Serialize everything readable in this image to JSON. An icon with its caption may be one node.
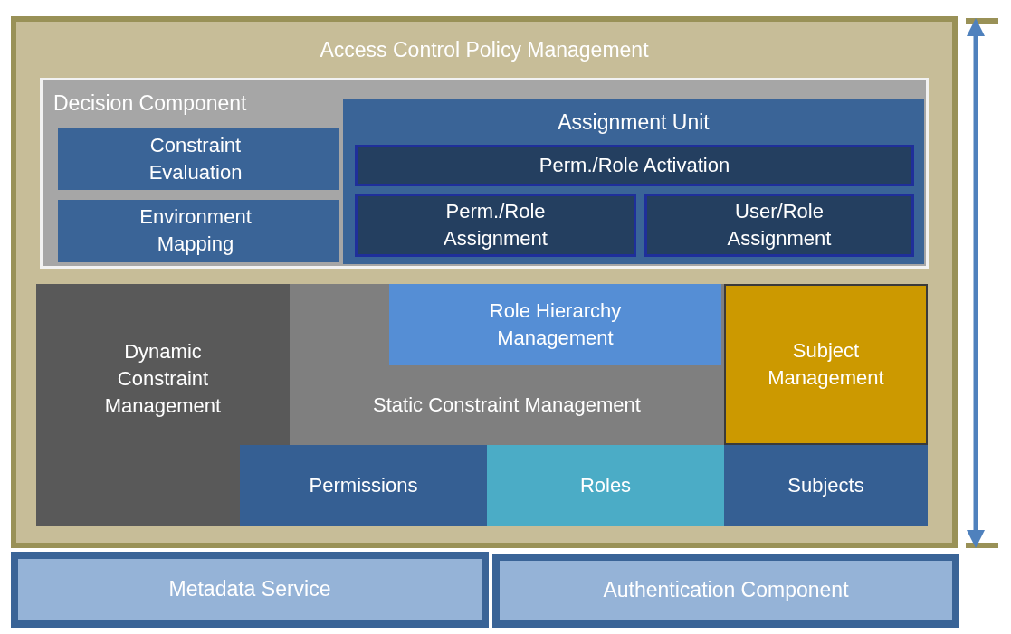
{
  "diagram": {
    "nodes": [
      {
        "text": [
          "Access Control Policy Management"
        ]
      },
      {
        "text": [
          "Decision Component"
        ],
        "in": 0
      },
      {
        "text": [
          "Constraint Evaluation"
        ],
        "in": 1
      },
      {
        "text": [
          "Environment Mapping"
        ],
        "in": 1
      },
      {
        "text": [
          "Assignment Unit"
        ],
        "in": 1
      },
      {
        "text": [
          "Perm./Role Activation"
        ],
        "in": 4
      },
      {
        "text": [
          "Perm./Role Assignment"
        ],
        "in": 4
      },
      {
        "text": [
          "User/Role Assignment"
        ],
        "in": 4
      },
      {
        "text": [
          "Dynamic Constraint Management"
        ],
        "in": 0
      },
      {
        "text": [
          "Static Constraint Management"
        ],
        "in": 0
      },
      {
        "text": [
          "Role Hierarchy Management"
        ],
        "in": 9
      },
      {
        "text": [
          "Subject Management"
        ],
        "in": 0
      },
      {
        "text": [
          "Permissions"
        ],
        "in": 0
      },
      {
        "text": [
          "Roles"
        ],
        "in": 0
      },
      {
        "text": [
          "Subjects"
        ],
        "in": 0
      },
      {
        "text": [
          "Metadata Service"
        ]
      },
      {
        "text": [
          "Authentication Component"
        ]
      }
    ]
  }
}
